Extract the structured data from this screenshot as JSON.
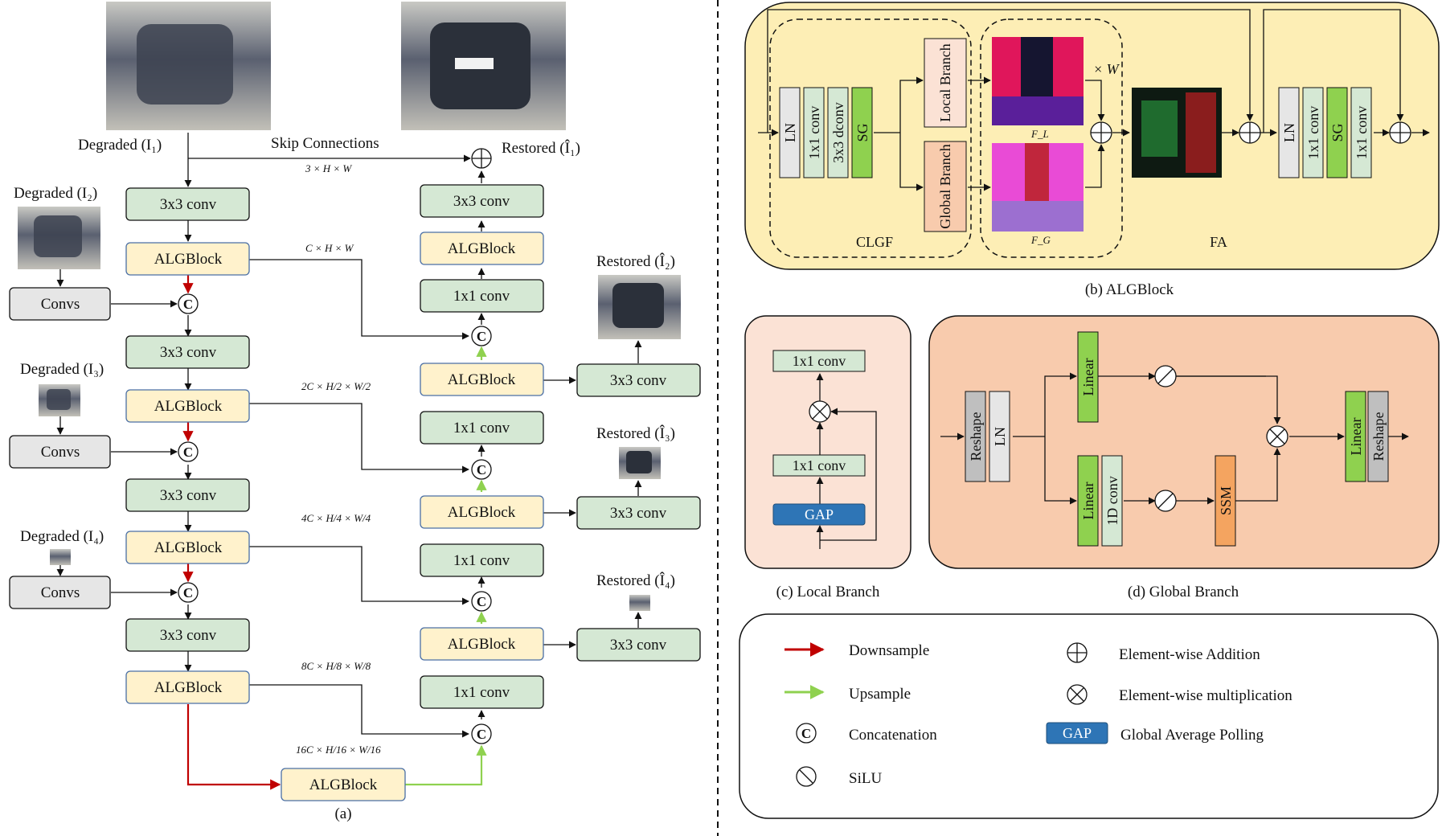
{
  "labels": {
    "degraded1": "Degraded (I₁)",
    "degraded2": "Degraded (I₂)",
    "degraded3": "Degraded (I₃)",
    "degraded4": "Degraded (I₄)",
    "restored1": "Restored (Î₁)",
    "restored2": "Restored (Î₂)",
    "restored3": "Restored (Î₃)",
    "restored4": "Restored (Î₄)",
    "skip": "Skip Connections",
    "caption_a": "(a)",
    "caption_b": "(b) ALGBlock",
    "caption_c": "(c) Local Branch",
    "caption_d": "(d) Global Branch",
    "clgf": "CLGF",
    "fa": "FA",
    "fl": "F_L",
    "fg": "F_G",
    "times_w": "× W"
  },
  "dims": {
    "d0": "3 × H × W",
    "d1": "C × H × W",
    "d2": "2C × H/2 × W/2",
    "d3": "4C × H/4 × W/4",
    "d4": "8C × H/8 × W/8",
    "d5": "16C × H/16 × W/16"
  },
  "blocks": {
    "conv3": "3x3 conv",
    "conv1": "1x1 conv",
    "alg": "ALGBlock",
    "convs": "Convs",
    "concat": "C",
    "ln": "LN",
    "dconv": "3x3 dconv",
    "sg": "SG",
    "local": "Local Branch",
    "global": "Global Branch",
    "gap": "GAP",
    "reshape": "Reshape",
    "linear": "Linear",
    "conv1d": "1D conv",
    "ssm": "SSM"
  },
  "legend": {
    "downsample": "Downsample",
    "upsample": "Upsample",
    "concatenation": "Concatenation",
    "silu": "SiLU",
    "add": "Element-wise Addition",
    "mul": "Element-wise multiplication",
    "gap_label": "Global Average Polling"
  },
  "colors": {
    "green": "#d5e8d4",
    "yellow": "#fff2cc",
    "gray": "#e6e6e6",
    "red": "#c00000",
    "lightgreen": "#8fd14f",
    "panel_yellow": "#fdeeb5",
    "panel_peach": "#fbe2d5",
    "panel_orange": "#f8cbad",
    "gap_blue": "#2e75b6"
  }
}
